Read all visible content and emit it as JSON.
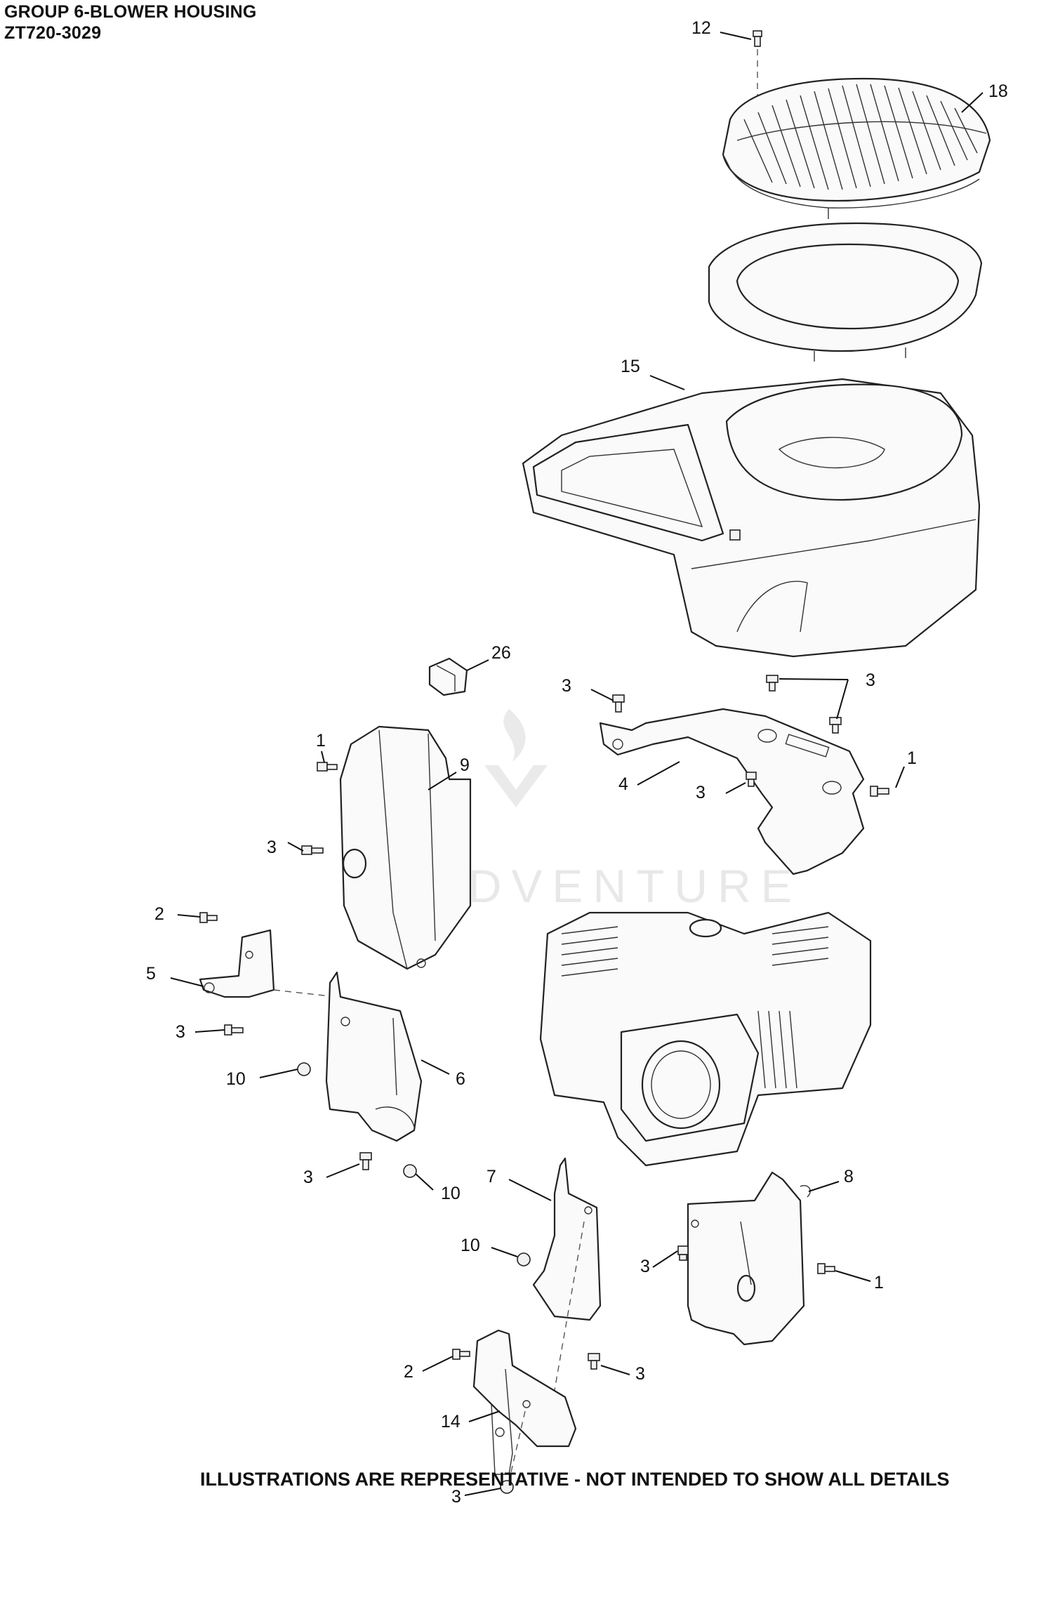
{
  "header": {
    "title": "GROUP 6-BLOWER HOUSING",
    "model": "ZT720-3029"
  },
  "footer": {
    "note": "ILLUSTRATIONS ARE REPRESENTATIVE - NOT INTENDED TO SHOW ALL DETAILS"
  },
  "watermark": {
    "text": "LEADVENTURE"
  },
  "callouts": {
    "c12": "12",
    "c18": "18",
    "c15": "15",
    "c26": "26",
    "c3a": "3",
    "c3b": "3",
    "c1a": "1",
    "c4": "4",
    "c3c": "3",
    "c1b": "1",
    "c9": "9",
    "c3d": "3",
    "c2a": "2",
    "c5": "5",
    "c3e": "3",
    "c10a": "10",
    "c6": "6",
    "c3f": "3",
    "c10b": "10",
    "c7": "7",
    "c8": "8",
    "c10c": "10",
    "c3g": "3",
    "c1c": "1",
    "c2b": "2",
    "c3h": "3",
    "c14": "14",
    "c3i": "3"
  }
}
